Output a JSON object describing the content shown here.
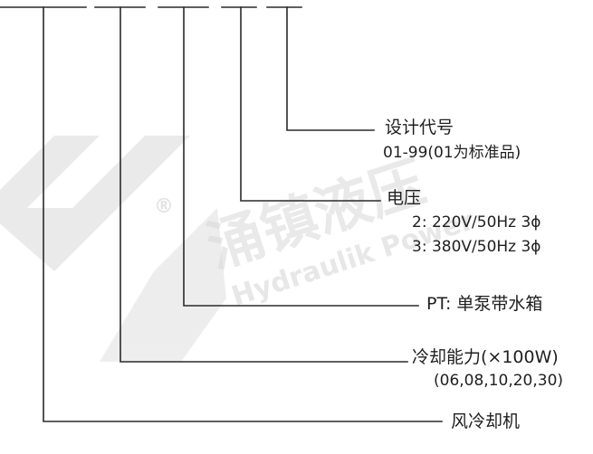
{
  "watermark": {
    "logo_text": "HP",
    "brand_cn": "涌镇液压",
    "brand_en": "Hydraulik Power",
    "registered": "®"
  },
  "segments": [
    {
      "name": "design-code",
      "title": "设计代号",
      "details": [
        "01-99(01为标准品)"
      ]
    },
    {
      "name": "voltage",
      "title": "电压",
      "details": [
        "2: 220V/50Hz 3ϕ",
        "3: 380V/50Hz 3ϕ"
      ]
    },
    {
      "name": "pump-tank",
      "title": "PT: 单泵带水箱",
      "details": []
    },
    {
      "name": "cooling-capacity",
      "title": "冷却能力(×100W)",
      "details": [
        "(06,08,10,20,30)"
      ]
    },
    {
      "name": "air-cooler",
      "title": "风冷却机",
      "details": []
    }
  ]
}
